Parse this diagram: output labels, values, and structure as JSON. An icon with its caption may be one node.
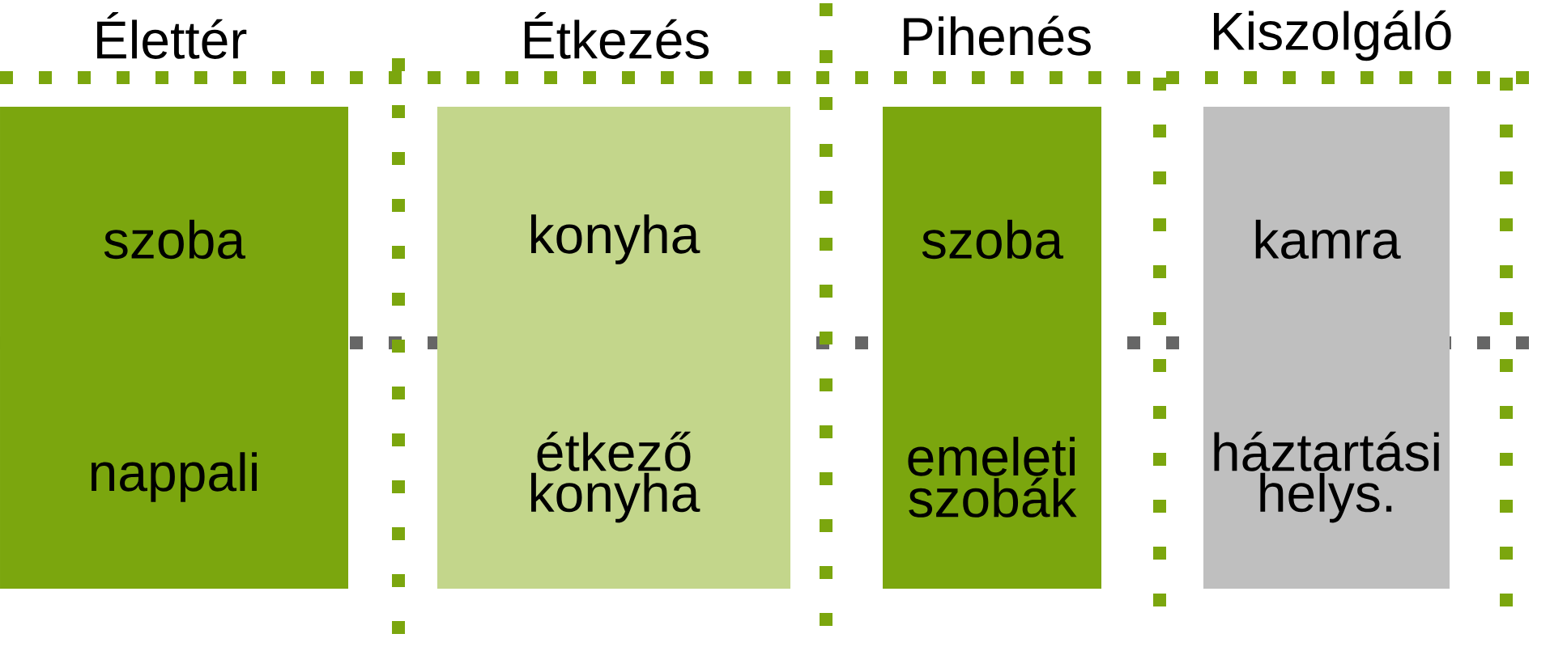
{
  "diagram": {
    "nodes": [
      {
        "text": [
          "Élettér",
          "szoba",
          "nappali"
        ]
      },
      {
        "text": [
          "Étkezés",
          "konyha",
          "étkező konyha"
        ]
      },
      {
        "text": [
          "Pihenés",
          "szoba",
          "emeleti szobák"
        ]
      },
      {
        "text": [
          "Kiszolgáló",
          "kamra",
          "háztartási helys."
        ]
      }
    ]
  }
}
